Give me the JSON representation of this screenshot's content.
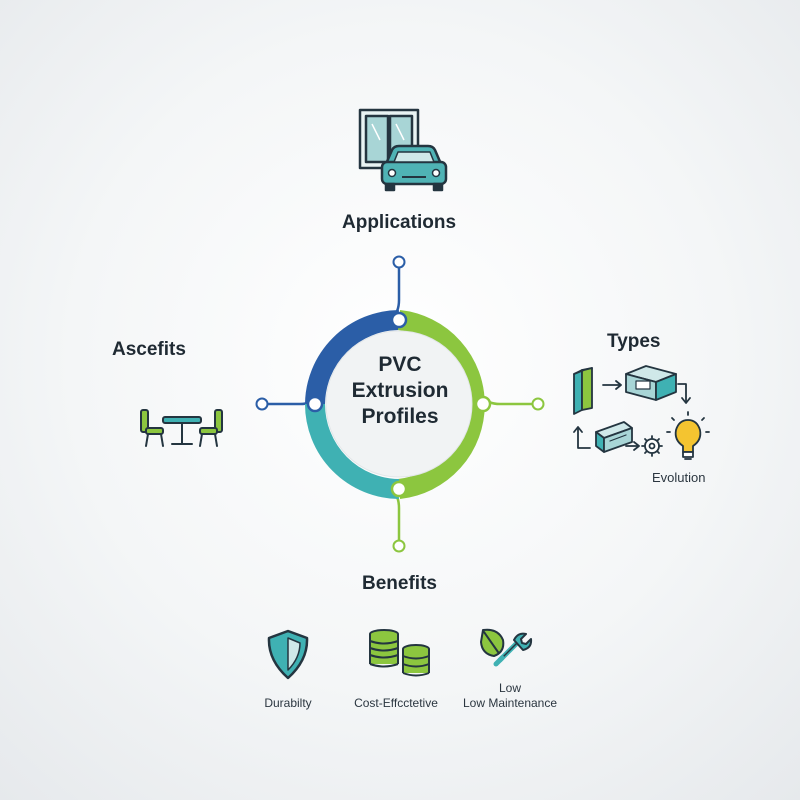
{
  "center": {
    "title_lines": [
      "PVC",
      "Extrusion",
      "Profiles"
    ]
  },
  "nodes": {
    "applications": {
      "label": "Applications",
      "icon": "window-car-icon"
    },
    "types": {
      "label": "Types",
      "icon": "profile-process-icon"
    },
    "benefits": {
      "label": "Benefits"
    },
    "ascefits": {
      "label": "Ascefits",
      "icon": "table-chairs-icon"
    }
  },
  "types_flow": {
    "evolution_label": "Evolution",
    "icons": [
      "profile-bar-icon",
      "arrow-right-icon",
      "profile-box-icon",
      "arrow-down-icon",
      "lightbulb-icon",
      "gear-icon",
      "profile-channel-icon",
      "arrow-up-icon"
    ]
  },
  "benefits_items": [
    {
      "label": "Durabilty",
      "icon": "shield-icon"
    },
    {
      "label": "Cost-Effcctetive",
      "icon": "coin-stacks-icon"
    },
    {
      "label_top": "Low",
      "label": "Low Maintenance",
      "icon": "leaf-wrench-icon"
    }
  ],
  "colors": {
    "blue": "#2b5ea7",
    "green": "#8cc63f",
    "teal": "#3fb1b3",
    "dark": "#1f2a33",
    "icon_fill": "#a8d5d6",
    "icon_stroke": "#243540"
  }
}
